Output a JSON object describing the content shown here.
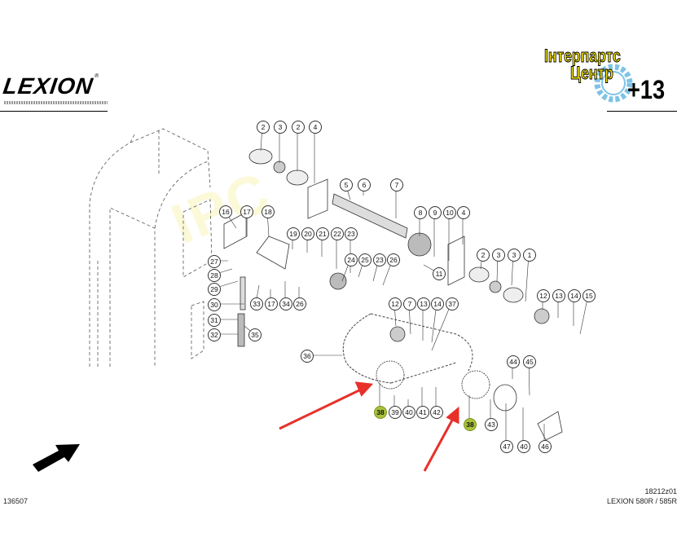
{
  "header": {
    "brand_logo": "LEXION",
    "brand_reg": "®",
    "dealer_logo_line1": "Інтерпартс",
    "dealer_logo_line2": "Центр",
    "page_number": "+13"
  },
  "footer": {
    "document_id": "136507",
    "figure_code": "18212z01",
    "model": "LEXION  580R / 585R"
  },
  "colors": {
    "highlight": "#a8c23a",
    "arrow": "#e8302a",
    "dealer_yellow": "#f5e400",
    "gear_blue": "#7ec3e6"
  },
  "callouts": [
    {
      "n": "2"
    },
    {
      "n": "3"
    },
    {
      "n": "2"
    },
    {
      "n": "4"
    },
    {
      "n": "5"
    },
    {
      "n": "6"
    },
    {
      "n": "7"
    },
    {
      "n": "16"
    },
    {
      "n": "17"
    },
    {
      "n": "18"
    },
    {
      "n": "19"
    },
    {
      "n": "20"
    },
    {
      "n": "21"
    },
    {
      "n": "22"
    },
    {
      "n": "23"
    },
    {
      "n": "8"
    },
    {
      "n": "9"
    },
    {
      "n": "10"
    },
    {
      "n": "4"
    },
    {
      "n": "27"
    },
    {
      "n": "28"
    },
    {
      "n": "29"
    },
    {
      "n": "30"
    },
    {
      "n": "31"
    },
    {
      "n": "32"
    },
    {
      "n": "24"
    },
    {
      "n": "25"
    },
    {
      "n": "23"
    },
    {
      "n": "26"
    },
    {
      "n": "11"
    },
    {
      "n": "33"
    },
    {
      "n": "17"
    },
    {
      "n": "34"
    },
    {
      "n": "26"
    },
    {
      "n": "35"
    },
    {
      "n": "2"
    },
    {
      "n": "3"
    },
    {
      "n": "3"
    },
    {
      "n": "1"
    },
    {
      "n": "12"
    },
    {
      "n": "13"
    },
    {
      "n": "14"
    },
    {
      "n": "15"
    },
    {
      "n": "12"
    },
    {
      "n": "7"
    },
    {
      "n": "13"
    },
    {
      "n": "14"
    },
    {
      "n": "37"
    },
    {
      "n": "36"
    },
    {
      "n": "44"
    },
    {
      "n": "45"
    },
    {
      "n": "38",
      "highlighted": true
    },
    {
      "n": "39"
    },
    {
      "n": "40"
    },
    {
      "n": "41"
    },
    {
      "n": "42"
    },
    {
      "n": "38",
      "highlighted": true
    },
    {
      "n": "43"
    },
    {
      "n": "47"
    },
    {
      "n": "40"
    },
    {
      "n": "46"
    }
  ]
}
